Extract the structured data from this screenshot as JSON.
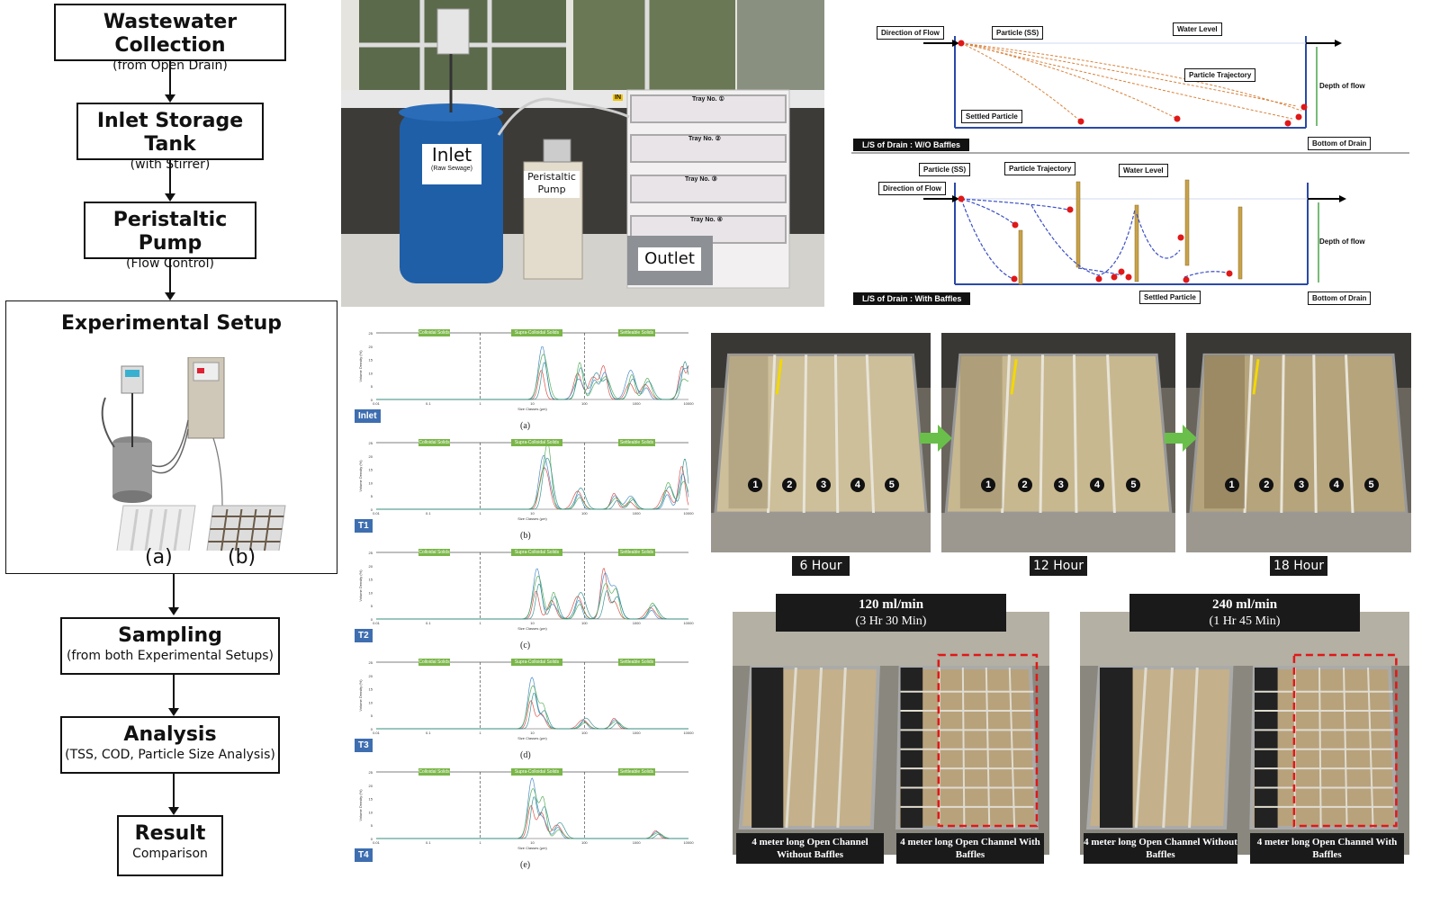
{
  "flowchart": {
    "steps": [
      {
        "title": "Wastewater Collection",
        "sub": "(from Open Drain)"
      },
      {
        "title": "Inlet Storage Tank",
        "sub": "(with Stirrer)"
      },
      {
        "title": "Peristaltic Pump",
        "sub": "(Flow Control)"
      },
      {
        "title": "Experimental Setup",
        "sub": ""
      },
      {
        "title": "Sampling",
        "sub": "(from both Experimental Setups)"
      },
      {
        "title": "Analysis",
        "sub": "(TSS, COD, Particle Size Analysis)"
      },
      {
        "title": "Result",
        "sub": "Comparison"
      }
    ],
    "setup_labels": [
      "(a)",
      "(b)"
    ]
  },
  "lab_photo": {
    "inlet": "Inlet",
    "inlet_sub": "(Raw Sewage)",
    "pump": "Peristaltic Pump",
    "outlet": "Outlet",
    "in_tag": "IN",
    "trays": [
      "Tray No. ①",
      "Tray No. ②",
      "Tray No. ③",
      "Tray No. ④"
    ]
  },
  "drain_diagrams": {
    "top": {
      "caption": "L/S of Drain : W/O Baffles",
      "labels": [
        "Direction of Flow",
        "Particle (SS)",
        "Water Level",
        "Particle Trajectory",
        "Depth of flow",
        "Settled Particle",
        "Bottom of Drain"
      ]
    },
    "bottom": {
      "caption": "L/S of Drain : With Baffles",
      "labels": [
        "Particle (SS)",
        "Particle Trajectory",
        "Water Level",
        "Direction of Flow",
        "Depth of flow",
        "Settled Particle",
        "Bottom of Drain"
      ]
    }
  },
  "psd_charts": {
    "bands": [
      "Colloidal Solids",
      "Supra-Colloidal Solids",
      "Settleable Solids"
    ],
    "ylabel": "Volume Density (%)",
    "xlabel": "Size Classes (μm)",
    "x_ticks": [
      "0.01",
      "0.1",
      "1",
      "10",
      "100",
      "1000",
      "10000"
    ],
    "y_ticks": [
      "0",
      "5",
      "10",
      "15",
      "20",
      "25"
    ],
    "panels": [
      {
        "tag": "Inlet",
        "sub": "(a)"
      },
      {
        "tag": "T1",
        "sub": "(b)"
      },
      {
        "tag": "T2",
        "sub": "(c)"
      },
      {
        "tag": "T3",
        "sub": "(d)"
      },
      {
        "tag": "T4",
        "sub": "(e)"
      }
    ]
  },
  "time_photos": {
    "labels": [
      "6 Hour",
      "12 Hour",
      "18 Hour"
    ],
    "channels": [
      "1",
      "2",
      "3",
      "4",
      "5"
    ]
  },
  "flow_photos": [
    {
      "rate": "120 ml/min",
      "time": "(3 Hr 30 Min)",
      "left": "4 meter long Open Channel Without Baffles",
      "right": "4 meter long Open Channel With Baffles"
    },
    {
      "rate": "240 ml/min",
      "time": "(1 Hr 45 Min)",
      "left": "4 meter long Open Channel Without Baffles",
      "right": "4 meter long Open Channel With Baffles"
    }
  ],
  "colors": {
    "psd_tag": "#3e6eb0",
    "band": "#7ab648",
    "arrow_green": "#6abf4b",
    "trajectory_orange": "#d9823b",
    "trajectory_blue": "#3b4fc4",
    "baffle": "#c8a24a"
  }
}
